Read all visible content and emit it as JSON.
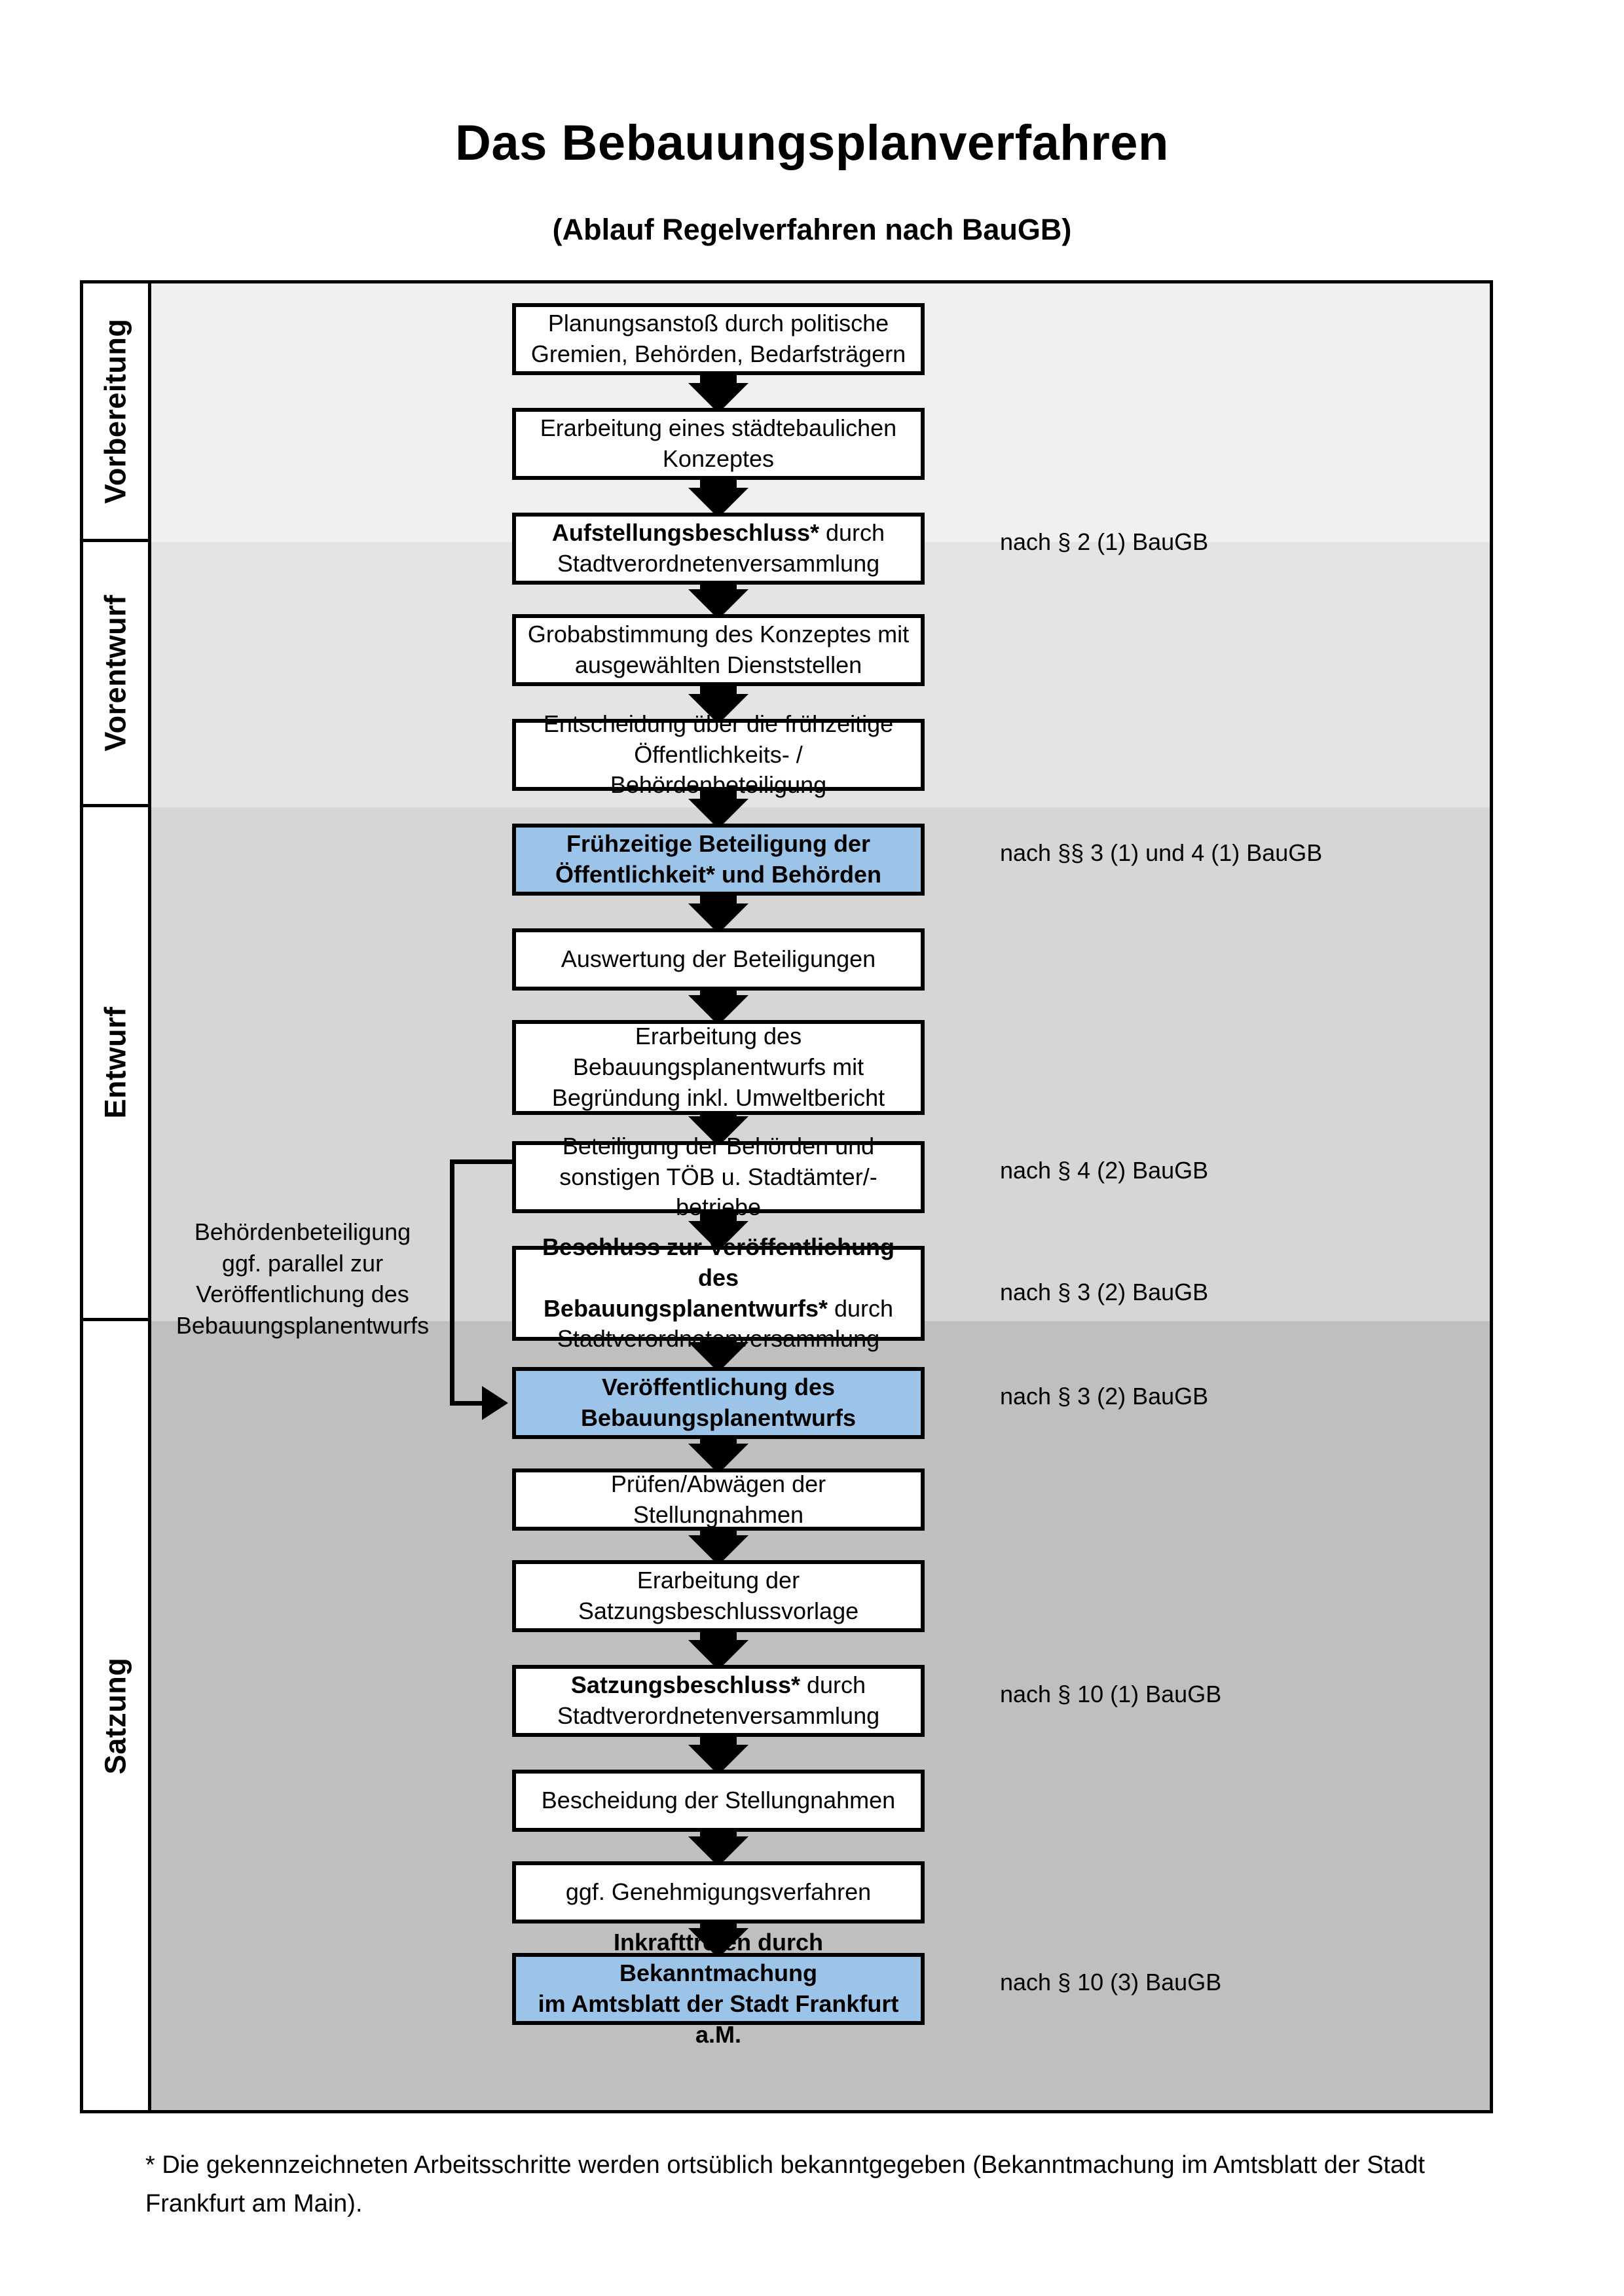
{
  "header": {
    "title": "Das Bebauungsplanverfahren",
    "subtitle": "(Ablauf Regelverfahren nach BauGB)"
  },
  "stages": [
    {
      "id": "vorbereitung",
      "label": "Vorbereitung",
      "band_color": "#f0f0f0"
    },
    {
      "id": "vorentwurf",
      "label": "Vorentwurf",
      "band_color": "#e4e4e4"
    },
    {
      "id": "entwurf",
      "label": "Entwurf",
      "band_color": "#d6d6d6"
    },
    {
      "id": "satzung",
      "label": "Satzung",
      "band_color": "#bfbfbf"
    }
  ],
  "steps": [
    {
      "id": "s1",
      "stage": "vorbereitung",
      "style": "plain",
      "lines": [
        "Planungsanstoß durch politische",
        "Gremien, Behörden, Bedarfsträgern"
      ]
    },
    {
      "id": "s2",
      "stage": "vorbereitung",
      "style": "plain",
      "lines": [
        "Erarbeitung eines städtebaulichen",
        "Konzeptes"
      ]
    },
    {
      "id": "s3",
      "stage": "vorbereitung",
      "style": "plain",
      "lines_rich": [
        [
          {
            "t": "Aufstellungsbeschluss*",
            "b": true
          },
          {
            "t": " durch",
            "b": false
          }
        ],
        [
          {
            "t": "Stadtverordnetenversammlung",
            "b": false
          }
        ]
      ]
    },
    {
      "id": "s4",
      "stage": "vorentwurf",
      "style": "plain",
      "lines": [
        "Grobabstimmung des Konzeptes mit",
        "ausgewählten Dienststellen"
      ]
    },
    {
      "id": "s5",
      "stage": "vorentwurf",
      "style": "plain",
      "lines": [
        "Entscheidung über die frühzeitige",
        "Öffentlichkeits- / Behördenbeteiligung"
      ]
    },
    {
      "id": "s6",
      "stage": "vorentwurf",
      "style": "blue",
      "lines": [
        "Frühzeitige Beteiligung der",
        "Öffentlichkeit* und Behörden"
      ]
    },
    {
      "id": "s7",
      "stage": "entwurf",
      "style": "plain",
      "lines": [
        "Auswertung der Beteiligungen"
      ]
    },
    {
      "id": "s8",
      "stage": "entwurf",
      "style": "plain",
      "lines": [
        "Erarbeitung des",
        "Bebauungsplanentwurfs mit",
        "Begründung inkl. Umweltbericht"
      ]
    },
    {
      "id": "s9",
      "stage": "entwurf",
      "style": "plain",
      "lines": [
        "Beteiligung der Behörden und",
        "sonstigen TÖB u. Stadtämter/-betriebe"
      ]
    },
    {
      "id": "s10",
      "stage": "entwurf",
      "style": "plain",
      "lines_rich": [
        [
          {
            "t": "Beschluss zur Veröffentlichung des",
            "b": true
          }
        ],
        [
          {
            "t": "Bebauungsplanentwurfs*",
            "b": true
          },
          {
            "t": " durch",
            "b": false
          }
        ],
        [
          {
            "t": "Stadtverordnetenversammlung",
            "b": false
          }
        ]
      ]
    },
    {
      "id": "s11",
      "stage": "entwurf",
      "style": "blue",
      "lines": [
        "Veröffentlichung des",
        "Bebauungsplanentwurfs"
      ]
    },
    {
      "id": "s12",
      "stage": "satzung",
      "style": "plain",
      "lines": [
        "Prüfen/Abwägen der Stellungnahmen"
      ]
    },
    {
      "id": "s13",
      "stage": "satzung",
      "style": "plain",
      "lines": [
        "Erarbeitung der",
        "Satzungsbeschlussvorlage"
      ]
    },
    {
      "id": "s14",
      "stage": "satzung",
      "style": "plain",
      "lines_rich": [
        [
          {
            "t": "Satzungsbeschluss*",
            "b": true
          },
          {
            "t": " durch",
            "b": false
          }
        ],
        [
          {
            "t": "Stadtverordnetenversammlung",
            "b": false
          }
        ]
      ]
    },
    {
      "id": "s15",
      "stage": "satzung",
      "style": "plain",
      "lines": [
        "Bescheidung der Stellungnahmen"
      ]
    },
    {
      "id": "s16",
      "stage": "satzung",
      "style": "plain",
      "lines": [
        "ggf. Genehmigungsverfahren"
      ]
    },
    {
      "id": "s17",
      "stage": "satzung",
      "style": "blue",
      "lines_rich": [
        [
          {
            "t": "Inkrafttreten",
            "b": true
          },
          {
            "t": " durch Bekanntmachung",
            "b": false
          }
        ],
        [
          {
            "t": "im Amtsblatt der Stadt Frankfurt a.M.",
            "b": false
          }
        ]
      ]
    }
  ],
  "references": [
    {
      "id": "r1",
      "for": "s3",
      "text": "nach § 2 (1) BauGB"
    },
    {
      "id": "r2",
      "for": "s6",
      "text": "nach §§ 3 (1) und 4 (1) BauGB"
    },
    {
      "id": "r3",
      "for": "s9",
      "text": "nach § 4 (2) BauGB"
    },
    {
      "id": "r4",
      "for": "s10",
      "text": "nach § 3 (2) BauGB"
    },
    {
      "id": "r5",
      "for": "s11",
      "text": "nach § 3 (2) BauGB"
    },
    {
      "id": "r6",
      "for": "s14",
      "text": "nach § 10 (1) BauGB"
    },
    {
      "id": "r7",
      "for": "s17",
      "text": "nach § 10 (3) BauGB"
    }
  ],
  "side_note": {
    "lines": [
      "Behördenbeteiligung",
      "ggf. parallel zur",
      "Veröffentlichung des",
      "Bebauungsplanentwurfs"
    ]
  },
  "footnote": {
    "text": "* Die gekennzeichneten Arbeitsschritte werden ortsüblich bekanntgegeben (Bekanntmachung im Amtsblatt  der Stadt Frankfurt am Main)."
  },
  "colors": {
    "highlight_blue": "#9cc3e8",
    "box_border": "#000000",
    "frame_border": "#000000"
  }
}
